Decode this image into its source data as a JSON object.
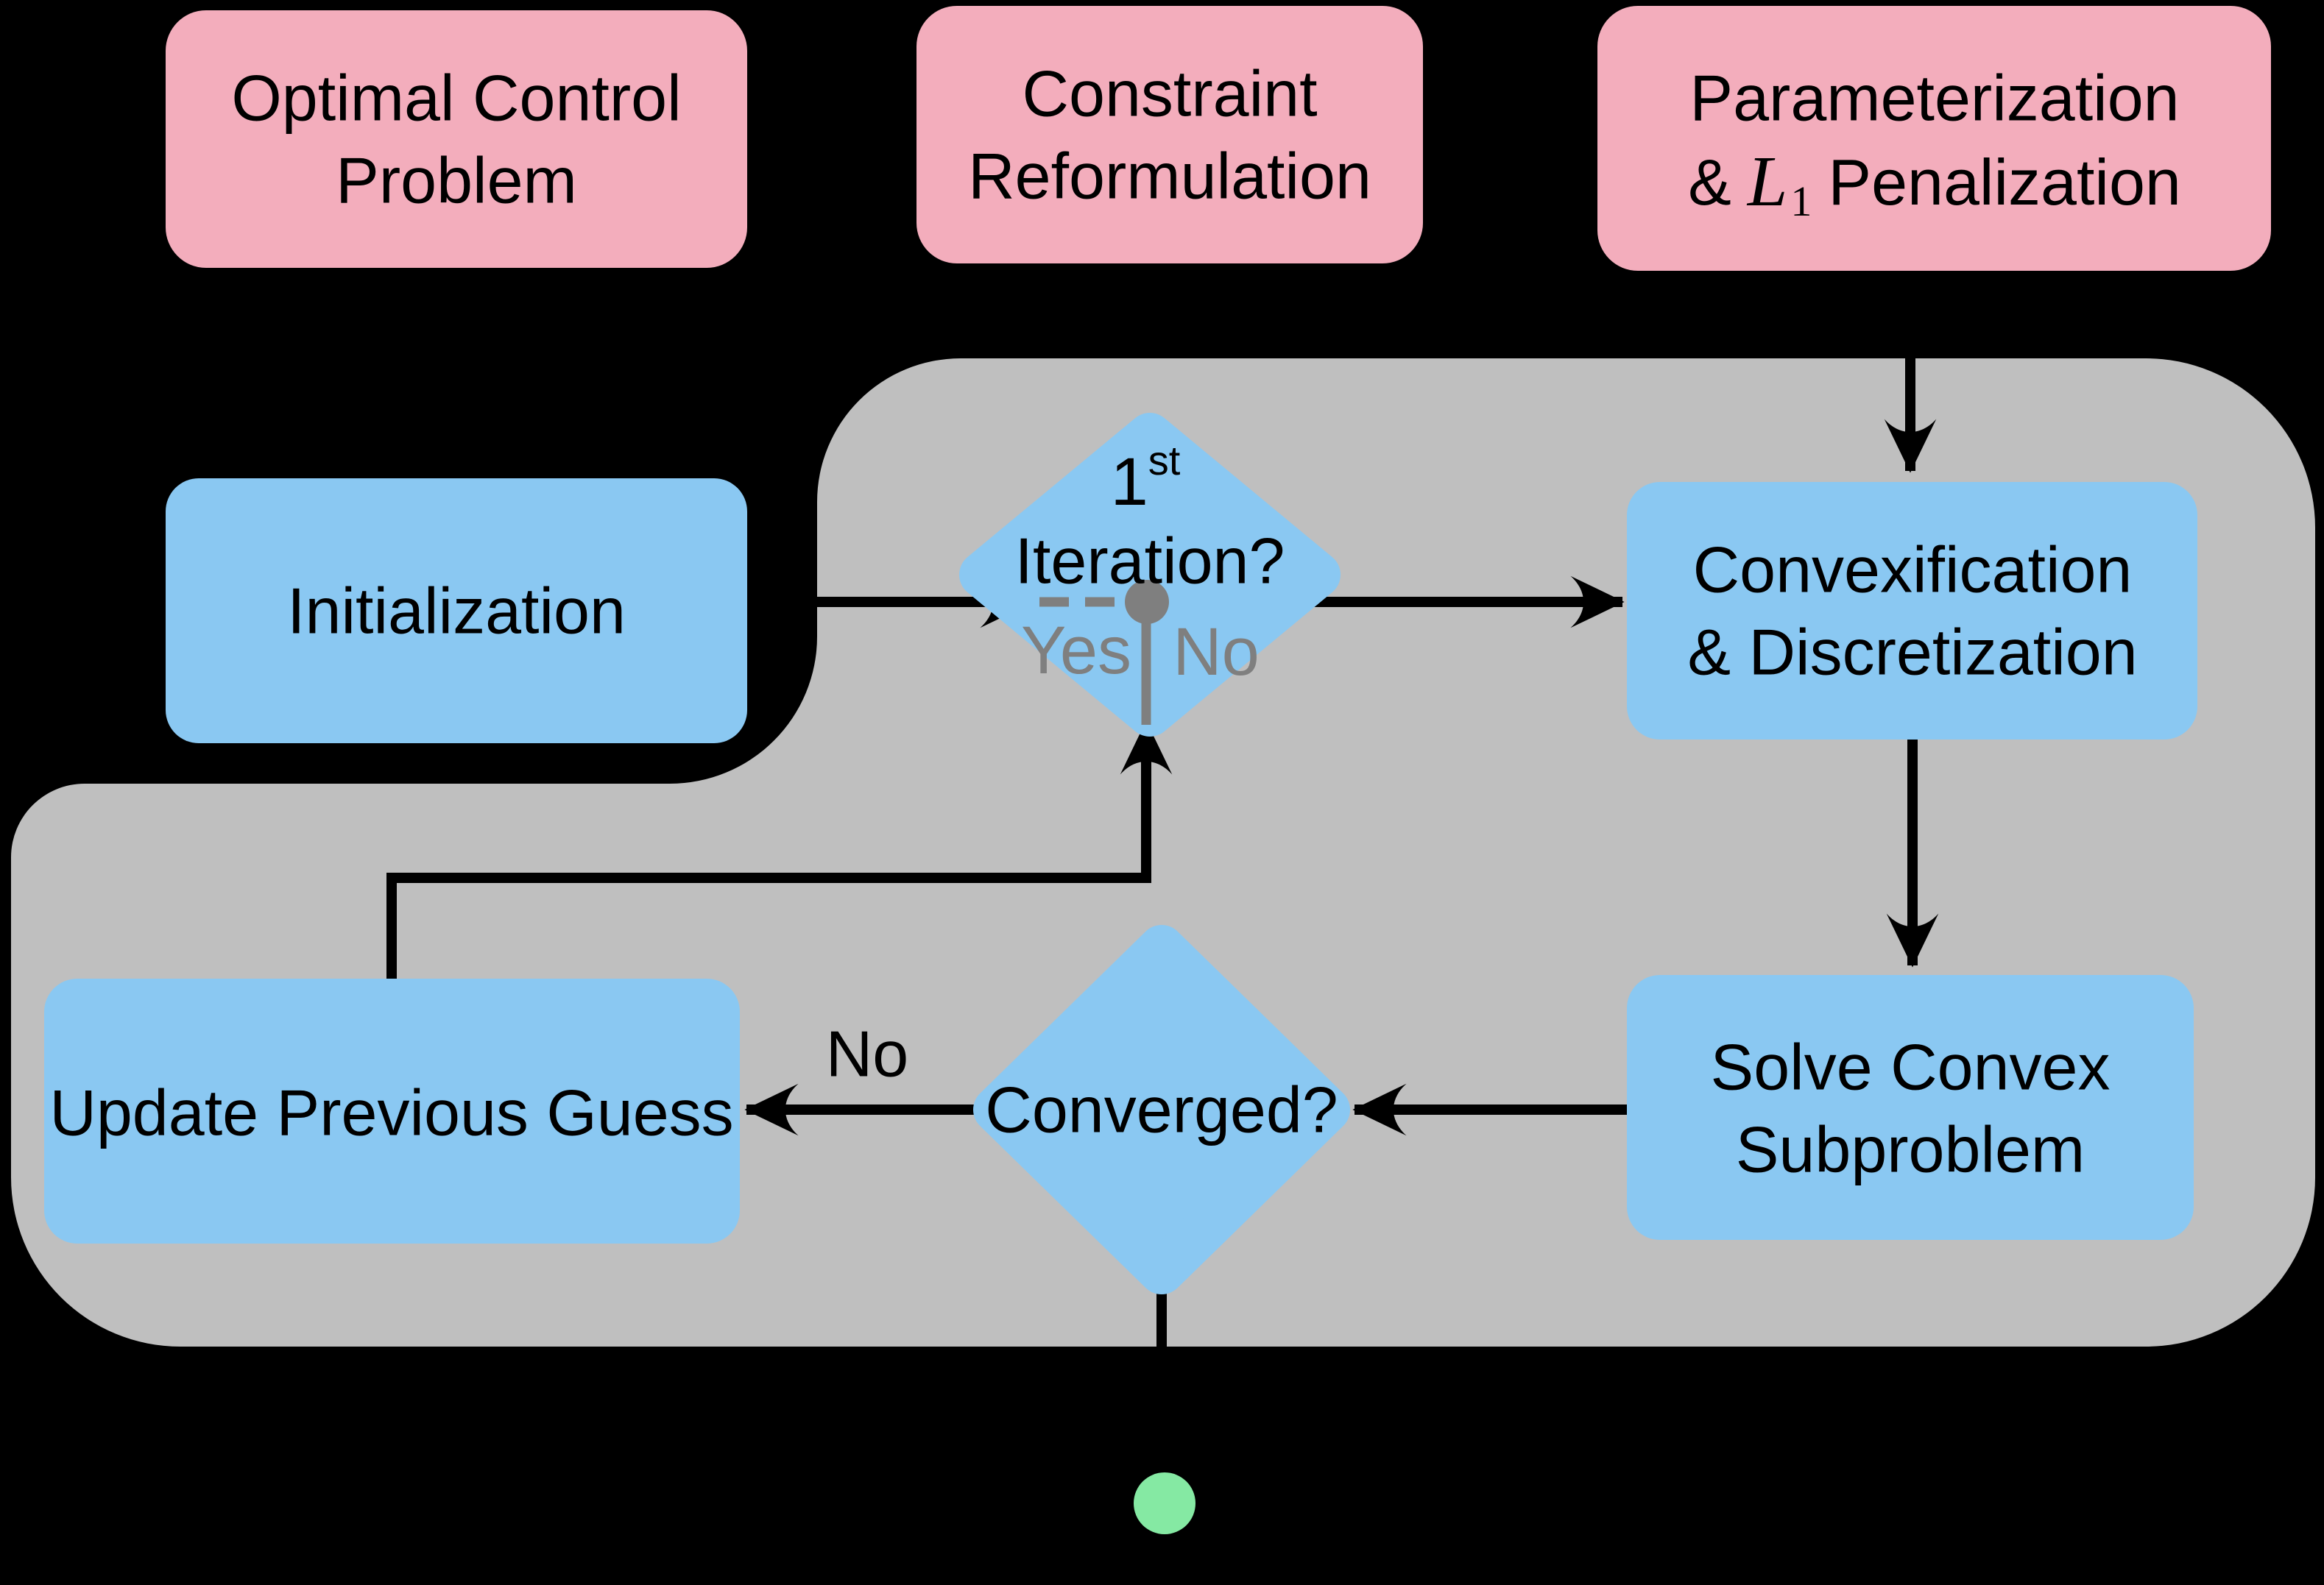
{
  "colors": {
    "background": "#000000",
    "box_pink": "#f3adbc",
    "box_blue": "#8ac8f2",
    "region_gray": "#bfbfbf",
    "muted_gray": "#7f7f7f",
    "terminal_green": "#85e9a3",
    "line_black": "#000000"
  },
  "top_row": [
    {
      "line1": "Optimal Control",
      "line2": "Problem"
    },
    {
      "line1": "Constraint",
      "line2": "Reformulation"
    },
    {
      "line1": "Parameterization",
      "amp": "&",
      "var": "L",
      "sub": "1",
      "rest": "Penalization"
    }
  ],
  "flow": {
    "initialization": {
      "label": "Initialization"
    },
    "first_iteration": {
      "num": "1",
      "sup": "st",
      "question": "Iteration?",
      "yes_label": "Yes",
      "no_label": "No"
    },
    "convexification": {
      "line1": "Convexification",
      "line2": "& Discretization"
    },
    "solve": {
      "line1": "Solve Convex",
      "line2": "Subproblem"
    },
    "converged": {
      "question": "Converged?",
      "no_label": "No"
    },
    "update": {
      "label": "Update Previous Guess"
    }
  }
}
